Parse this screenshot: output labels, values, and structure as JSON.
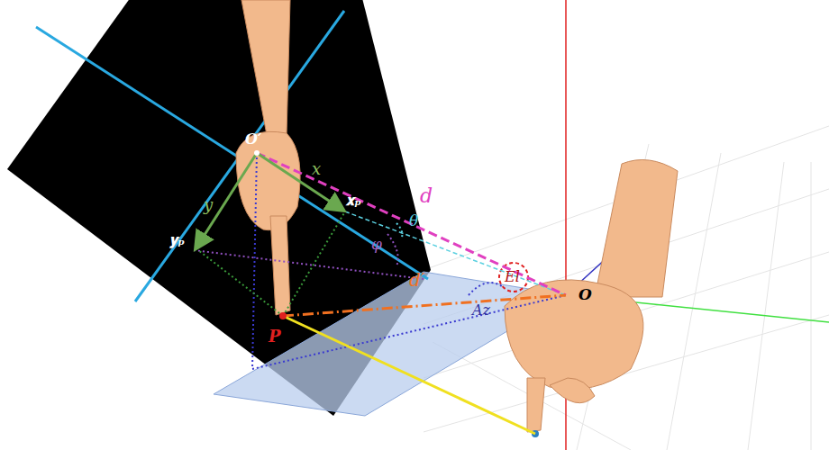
{
  "diagram": {
    "labels": [
      "O′",
      "x",
      "y",
      "𝐱ₚ",
      "𝐲ₚ",
      "θ",
      "φ",
      "d",
      "d′",
      "P",
      "El",
      "Az",
      "O"
    ]
  }
}
